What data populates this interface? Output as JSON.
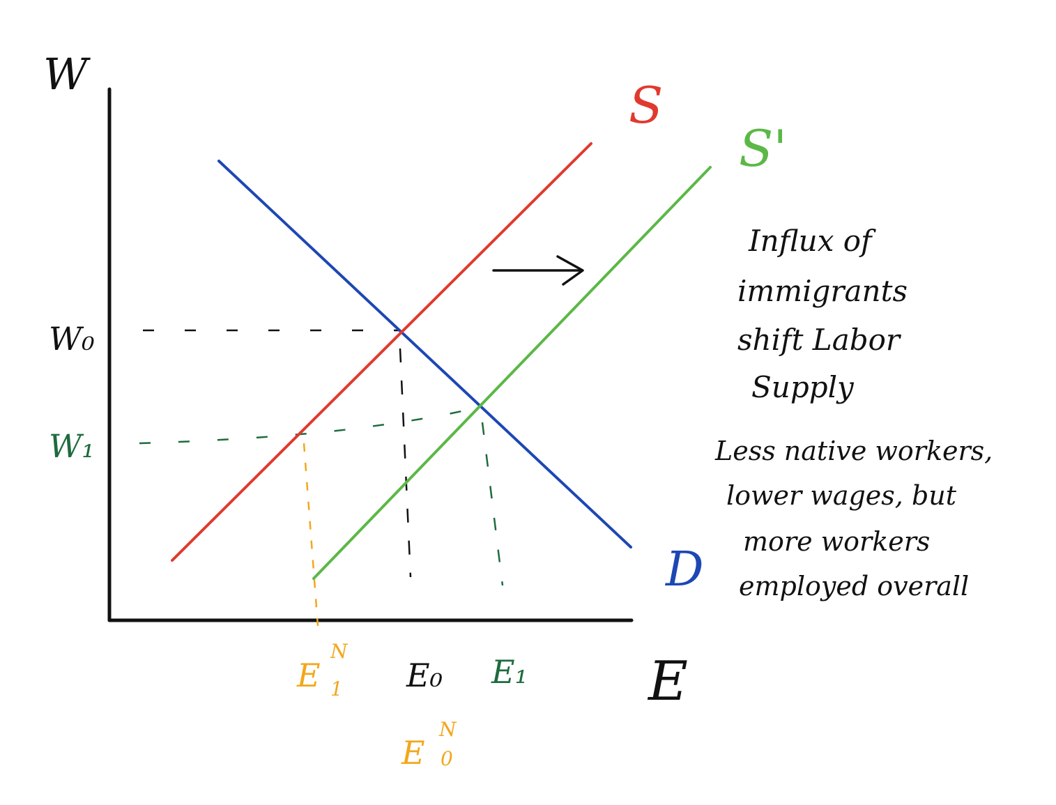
{
  "axes": {
    "y_label": "W",
    "x_label": "E"
  },
  "curves": {
    "supply": {
      "label": "S",
      "color": "#e03a2e"
    },
    "supply_shifted": {
      "label": "S'",
      "color": "#5bb846"
    },
    "demand": {
      "label": "D",
      "color": "#1d47b4"
    }
  },
  "levels": {
    "w0": {
      "label": "W₀",
      "color": "#111111"
    },
    "w1": {
      "label": "W₁",
      "color": "#1e6b3e"
    },
    "e0": {
      "label": "E₀",
      "color": "#111111"
    },
    "e1": {
      "label": "E₁",
      "color": "#1e6b3e"
    },
    "e1n": {
      "label": "E",
      "sub": "1",
      "sup": "N",
      "color": "#f2a71b"
    },
    "e0n": {
      "label": "E",
      "sub": "0",
      "sup": "N",
      "color": "#f2a71b"
    }
  },
  "annotation": {
    "lines": [
      "Influx of",
      "immigrants",
      "shift Labor",
      "Supply",
      "Less native workers,",
      "lower wages, but",
      "more workers",
      "employed overall"
    ]
  }
}
